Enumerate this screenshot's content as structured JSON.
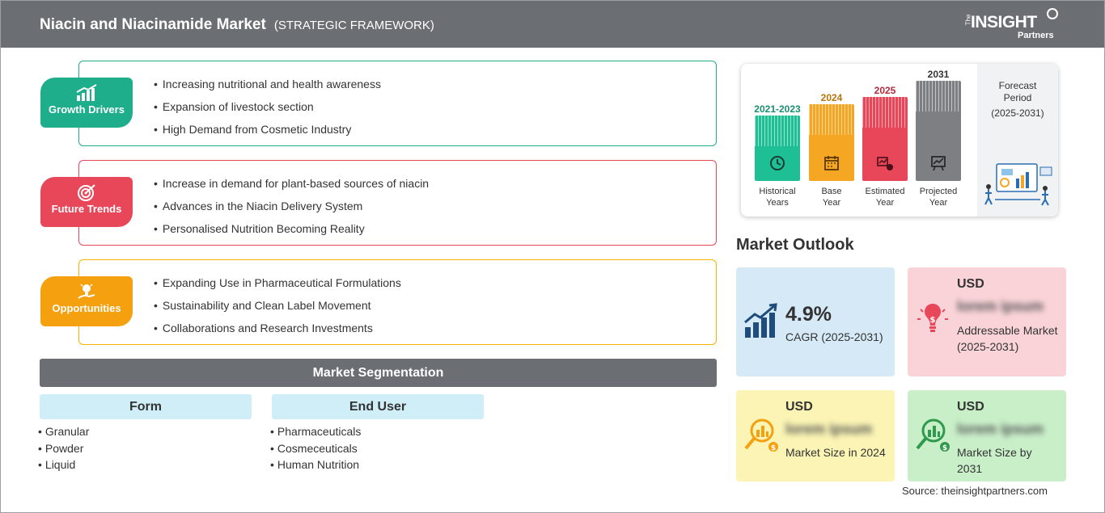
{
  "header": {
    "title": "Niacin and Niacinamide Market",
    "subtitle": "(STRATEGIC FRAMEWORK)",
    "logo": {
      "the": "The",
      "main": "INSIGHT",
      "sub": "Partners"
    }
  },
  "framework": [
    {
      "label": "Growth Drivers",
      "icon": "bar-chart-growth-icon",
      "color": "#1fae8c",
      "items": [
        "Increasing nutritional and health awareness",
        "Expansion of livestock section",
        "High Demand from Cosmetic Industry"
      ]
    },
    {
      "label": "Future Trends",
      "icon": "target-icon",
      "color": "#e8475a",
      "items": [
        "Increase in demand for plant-based sources of niacin",
        "Advances in the Niacin Delivery System",
        "Personalised Nutrition Becoming Reality"
      ]
    },
    {
      "label": "Opportunities",
      "icon": "lightbulb-hand-icon",
      "color": "#f5a00f",
      "items": [
        "Expanding Use in Pharmaceutical Formulations",
        "Sustainability and Clean Label Movement",
        "Collaborations and Research Investments"
      ]
    }
  ],
  "segmentation": {
    "title": "Market Segmentation",
    "columns": [
      {
        "heading": "Form",
        "items": [
          "Granular",
          "Powder",
          "Liquid"
        ]
      },
      {
        "heading": "End User",
        "items": [
          "Pharmaceuticals",
          "Cosmeceuticals",
          "Human Nutrition"
        ]
      }
    ]
  },
  "timeline": {
    "periods": [
      {
        "year": "2021-2023",
        "label_line1": "Historical",
        "label_line2": "Years",
        "color": "#1fbf95",
        "year_color": "#178f70",
        "icon": "history-clock-icon"
      },
      {
        "year": "2024",
        "label_line1": "Base",
        "label_line2": "Year",
        "color": "#f5a623",
        "year_color": "#b8740a",
        "icon": "calendar-icon"
      },
      {
        "year": "2025",
        "label_line1": "Estimated",
        "label_line2": "Year",
        "color": "#e8475a",
        "year_color": "#b52a3c",
        "icon": "estimate-chart-icon"
      },
      {
        "year": "2031",
        "label_line1": "Projected",
        "label_line2": "Year",
        "color": "#7d7f82",
        "year_color": "#333333",
        "icon": "projection-board-icon"
      }
    ],
    "forecast_title_line1": "Forecast",
    "forecast_title_line2": "Period",
    "forecast_range": "(2025-2031)"
  },
  "outlook": {
    "title": "Market Outlook",
    "cagr": {
      "value": "4.9%",
      "label": "CAGR (2025-2031)",
      "color": "#d5e9f6"
    },
    "addressable": {
      "currency": "USD",
      "value": "lorem ipsum",
      "label": "Addressable Market (2025-2031)",
      "color": "#f9d3d8"
    },
    "size_2024": {
      "currency": "USD",
      "value": "lorem ipsum",
      "label": "Market Size in 2024",
      "color": "#fbf4b4"
    },
    "size_2031": {
      "currency": "USD",
      "value": "lorem ipsum",
      "label": "Market Size by 2031",
      "color": "#c9efc9"
    }
  },
  "source": "Source: theinsightpartners.com"
}
